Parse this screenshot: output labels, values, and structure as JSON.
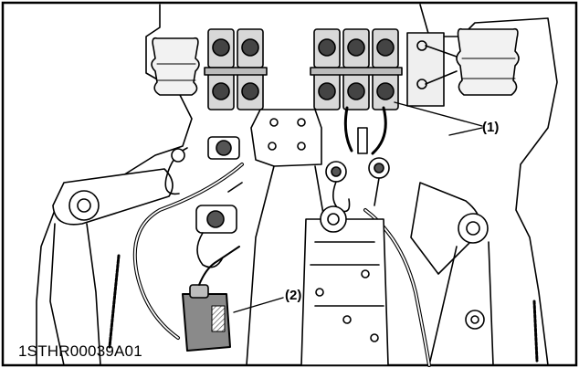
{
  "figure": {
    "code": "1STHR00039A01",
    "callouts": [
      {
        "id": "1",
        "label": "(1)"
      },
      {
        "id": "2",
        "label": "(2)"
      }
    ]
  },
  "colors": {
    "line": "#000000",
    "shade": "#9a9a9a",
    "dark": "#3a3a3a",
    "background": "#ffffff"
  }
}
